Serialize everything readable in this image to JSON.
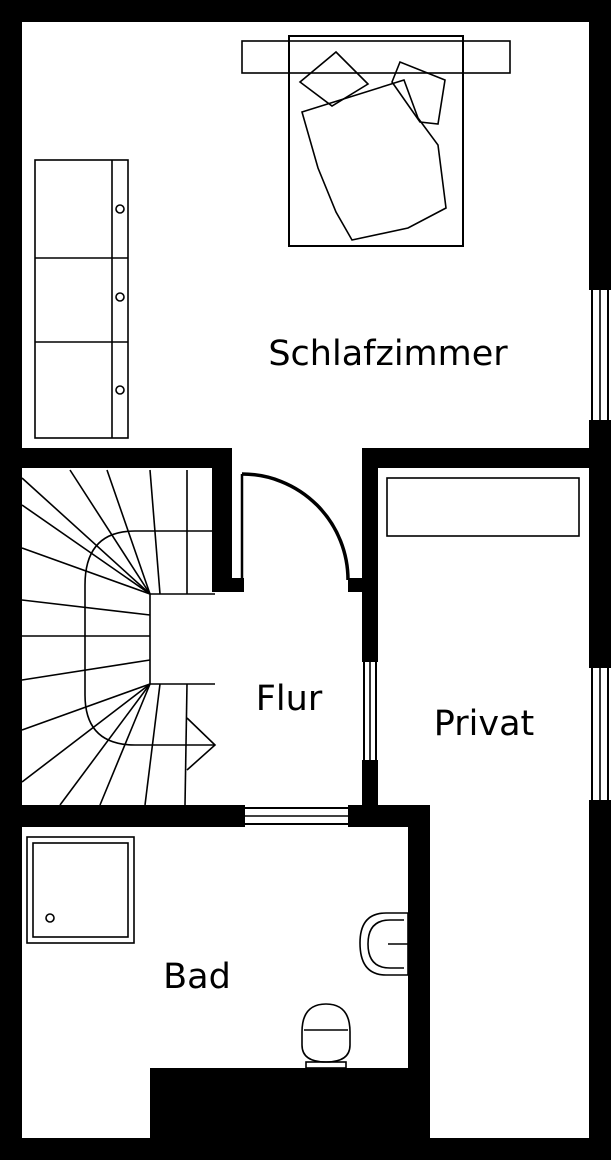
{
  "rooms": {
    "schlafzimmer": "Schlafzimmer",
    "flur": "Flur",
    "privat": "Privat",
    "bad": "Bad"
  },
  "colors": {
    "wall": "#000000",
    "background": "#ffffff"
  }
}
